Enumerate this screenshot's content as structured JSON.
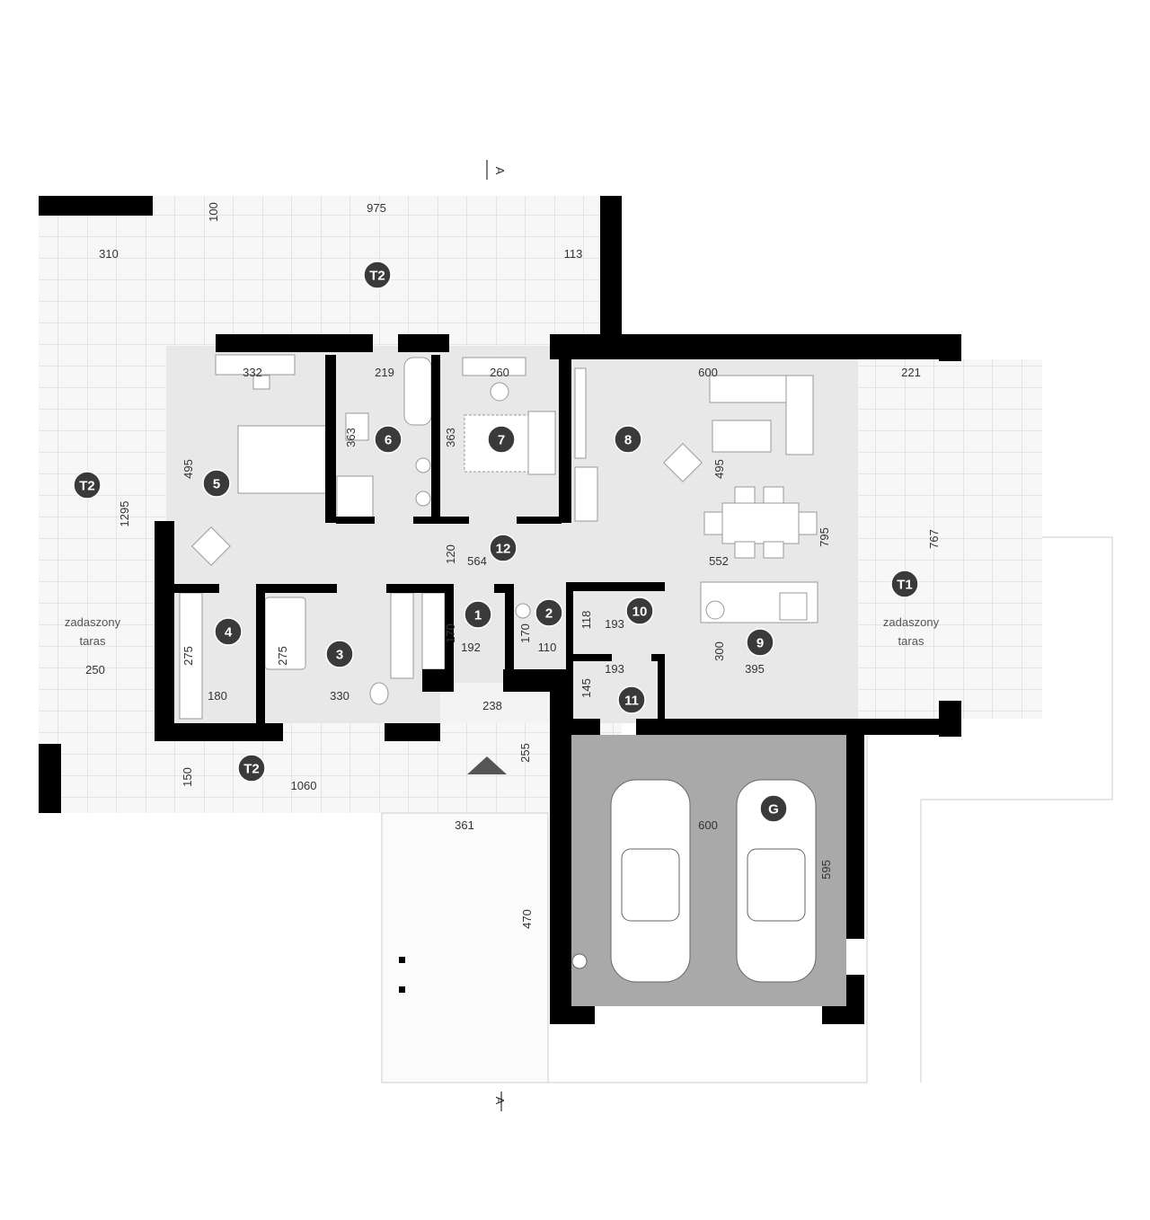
{
  "rooms": [
    "1",
    "2",
    "3",
    "4",
    "5",
    "6",
    "7",
    "8",
    "9",
    "10",
    "11",
    "12",
    "G"
  ],
  "terraces": {
    "t2": "T2",
    "t1": "T1"
  },
  "terrace_note": {
    "line1": "zadaszony",
    "line2": "taras"
  },
  "section_marker": "A",
  "dimensions": [
    "975",
    "100",
    "310",
    "113",
    "332",
    "219",
    "260",
    "600",
    "221",
    "495",
    "1295",
    "363",
    "363",
    "495",
    "795",
    "767",
    "120",
    "564",
    "552",
    "275",
    "275",
    "170",
    "192",
    "170",
    "110",
    "118",
    "193",
    "193",
    "145",
    "300",
    "395",
    "180",
    "330",
    "238",
    "250",
    "255",
    "150",
    "1060",
    "361",
    "600",
    "595",
    "470"
  ],
  "colors": {
    "wall": "#000000",
    "room": "#e6e6e6",
    "garage": "#a9a9a9",
    "terrace": "#f6f6f6",
    "grid": "#d2d2d2",
    "badge": "#3a3a3a"
  }
}
